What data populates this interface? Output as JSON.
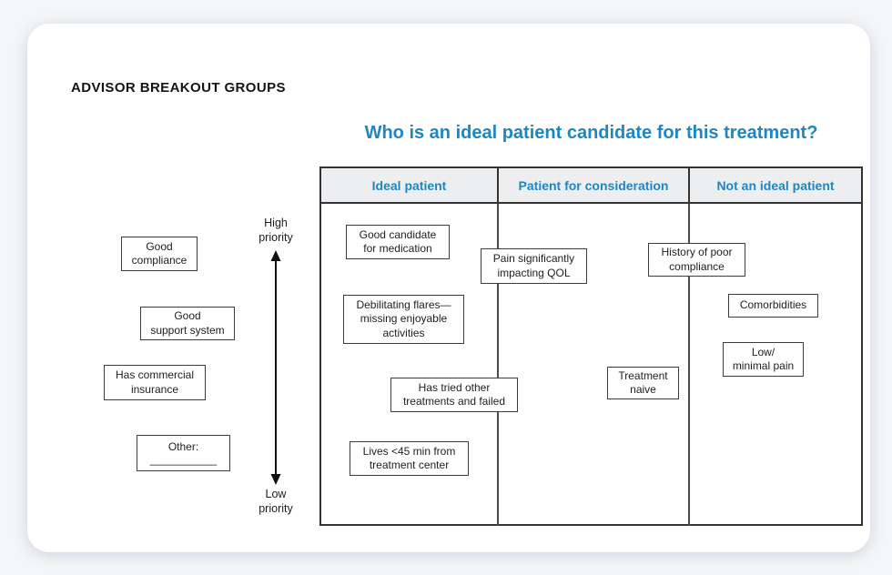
{
  "header": {
    "title": "ADVISOR BREAKOUT GROUPS"
  },
  "question": {
    "text": "Who is an ideal patient candidate for this treatment?"
  },
  "colors": {
    "accent_blue": "#1f86c0",
    "table_header_bg": "#eceef0",
    "table_border": "#333333",
    "note_border": "#3d3d3d",
    "card_bg": "#ffffff",
    "page_bg": "#f5f6f8"
  },
  "axis": {
    "high_label": "High\npriority",
    "low_label": "Low\npriority"
  },
  "table": {
    "headers": [
      "Ideal patient",
      "Patient for consideration",
      "Not an ideal patient"
    ]
  },
  "sticky_notes": {
    "good_compliance": "Good\ncompliance",
    "good_support_system": "Good\nsupport system",
    "has_commercial_insurance": "Has commercial\ninsurance",
    "other_label": "Other:",
    "other_blank": "___________",
    "good_candidate": "Good candidate\nfor medication",
    "pain_qol": "Pain significantly\nimpacting QOL",
    "history_poor_compliance": "History of poor\ncompliance",
    "debilitating_flares": "Debilitating flares—\nmissing enjoyable\nactivities",
    "comorbidities": "Comorbidities",
    "low_minimal_pain": "Low/\nminimal pain",
    "tried_other_treatments": "Has tried other\ntreatments and failed",
    "treatment_naive": "Treatment\nnaive",
    "lives_45_min": "Lives <45 min from\ntreatment center"
  }
}
